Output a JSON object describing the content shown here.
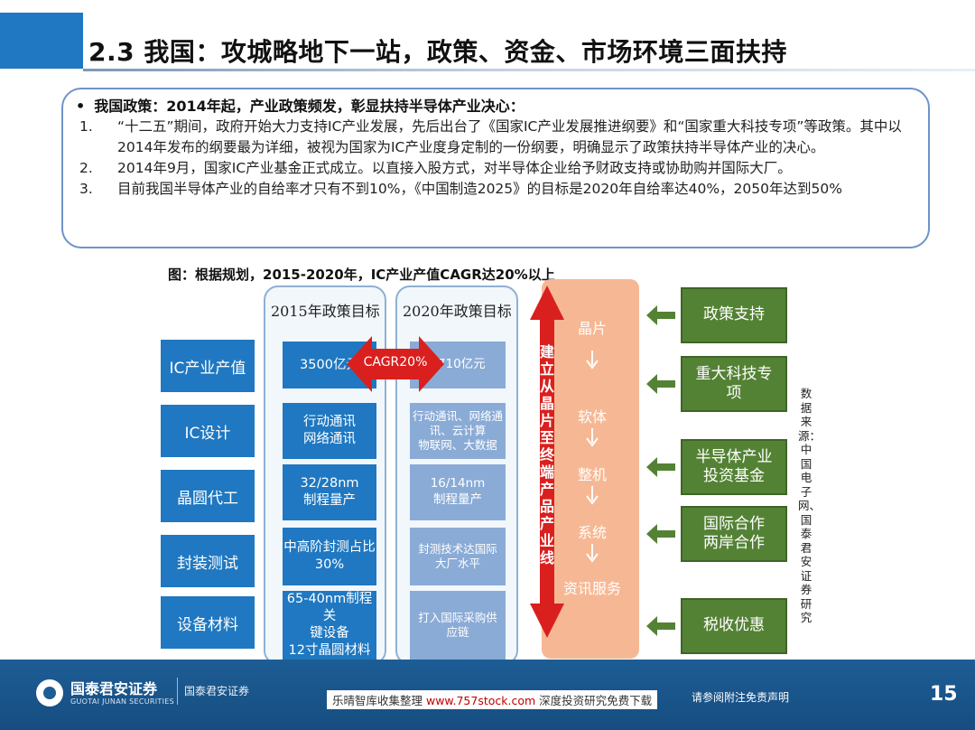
{
  "header": {
    "title": "2.3 我国：攻城略地下一站，政策、资金、市场环境三面扶持"
  },
  "policy": {
    "bullet": "•",
    "heading": "我国政策：2014年起，产业政策频发，彰显扶持半导体产业决心：",
    "items": [
      {
        "num": "1.",
        "text": "“十二五”期间，政府开始大力支持IC产业发展，先后出台了《国家IC产业发展推进纲要》和“国家重大科技专项”等政策。其中以2014年发布的纲要最为详细，被视为国家为IC产业度身定制的一份纲要，明确显示了政策扶持半导体产业的决心。"
      },
      {
        "num": "2.",
        "text": "2014年9月，国家IC产业基金正式成立。以直接入股方式，对半导体企业给予财政支持或协助购并国际大厂。"
      },
      {
        "num": "3.",
        "text": "目前我国半导体产业的自给率才只有不到10%，《中国制造2025》的目标是2020年自给率达40%，2050年达到50%"
      }
    ]
  },
  "figure": {
    "caption": "图：根据规划，2015-2020年，IC产业产值CAGR达20%以上",
    "col2015_title": "2015年政策目标",
    "col2020_title": "2020年政策目标",
    "cagr_label": "CAGR20%",
    "rows": [
      {
        "label": "IC产业产值",
        "t2015": [
          "3500亿元"
        ],
        "t2020": [
          "8710亿元"
        ]
      },
      {
        "label": "IC设计",
        "t2015": [
          "行动通讯",
          "网络通讯"
        ],
        "t2020": [
          "行动通讯、网络通",
          "讯、云计算",
          "物联网、大数据"
        ]
      },
      {
        "label": "晶圆代工",
        "t2015": [
          "32/28nm",
          "制程量产"
        ],
        "t2020": [
          "16/14nm",
          "制程量产"
        ]
      },
      {
        "label": "封装测试",
        "t2015": [
          "中高阶封测占比",
          "30%"
        ],
        "t2020": [
          "封测技术达国际",
          "大厂水平"
        ]
      },
      {
        "label": "设备材料",
        "t2015": [
          "65-40nm制程关",
          "键设备",
          "12寸晶圆材料"
        ],
        "t2020": [
          "打入国际采购供",
          "应链"
        ]
      }
    ],
    "chain_vertical_text": "建立从晶片至终端产品产业线",
    "chain_steps": [
      "晶片",
      "软体",
      "整机",
      "系统",
      "资讯服务"
    ],
    "supports": [
      [
        "政策支持"
      ],
      [
        "重大科技专",
        "项"
      ],
      [
        "半导体产业",
        "投资基金"
      ],
      [
        "国际合作",
        "两岸合作"
      ],
      [
        "税收优惠"
      ]
    ],
    "source": "数据来源：中国电子网、国泰君安证券研究"
  },
  "footer": {
    "logo_name": "国泰君安证券",
    "logo_en": "GUOTAI JUNAN SECURITIES",
    "brand2": "国泰君安证券",
    "watermark_a": "乐晴智库收集整理 ",
    "watermark_url": "www.757stock.com",
    "watermark_b": " 深度投资研究免费下载",
    "disclaimer": "请参阅附注免责声明",
    "page": "15"
  },
  "colors": {
    "brand_blue": "#1f78c1",
    "light_blue": "#8aabd6",
    "chain_orange": "#f6b894",
    "cagr_red": "#d9201f",
    "support_green": "#548235",
    "footer_blue": "#1d5d95"
  }
}
